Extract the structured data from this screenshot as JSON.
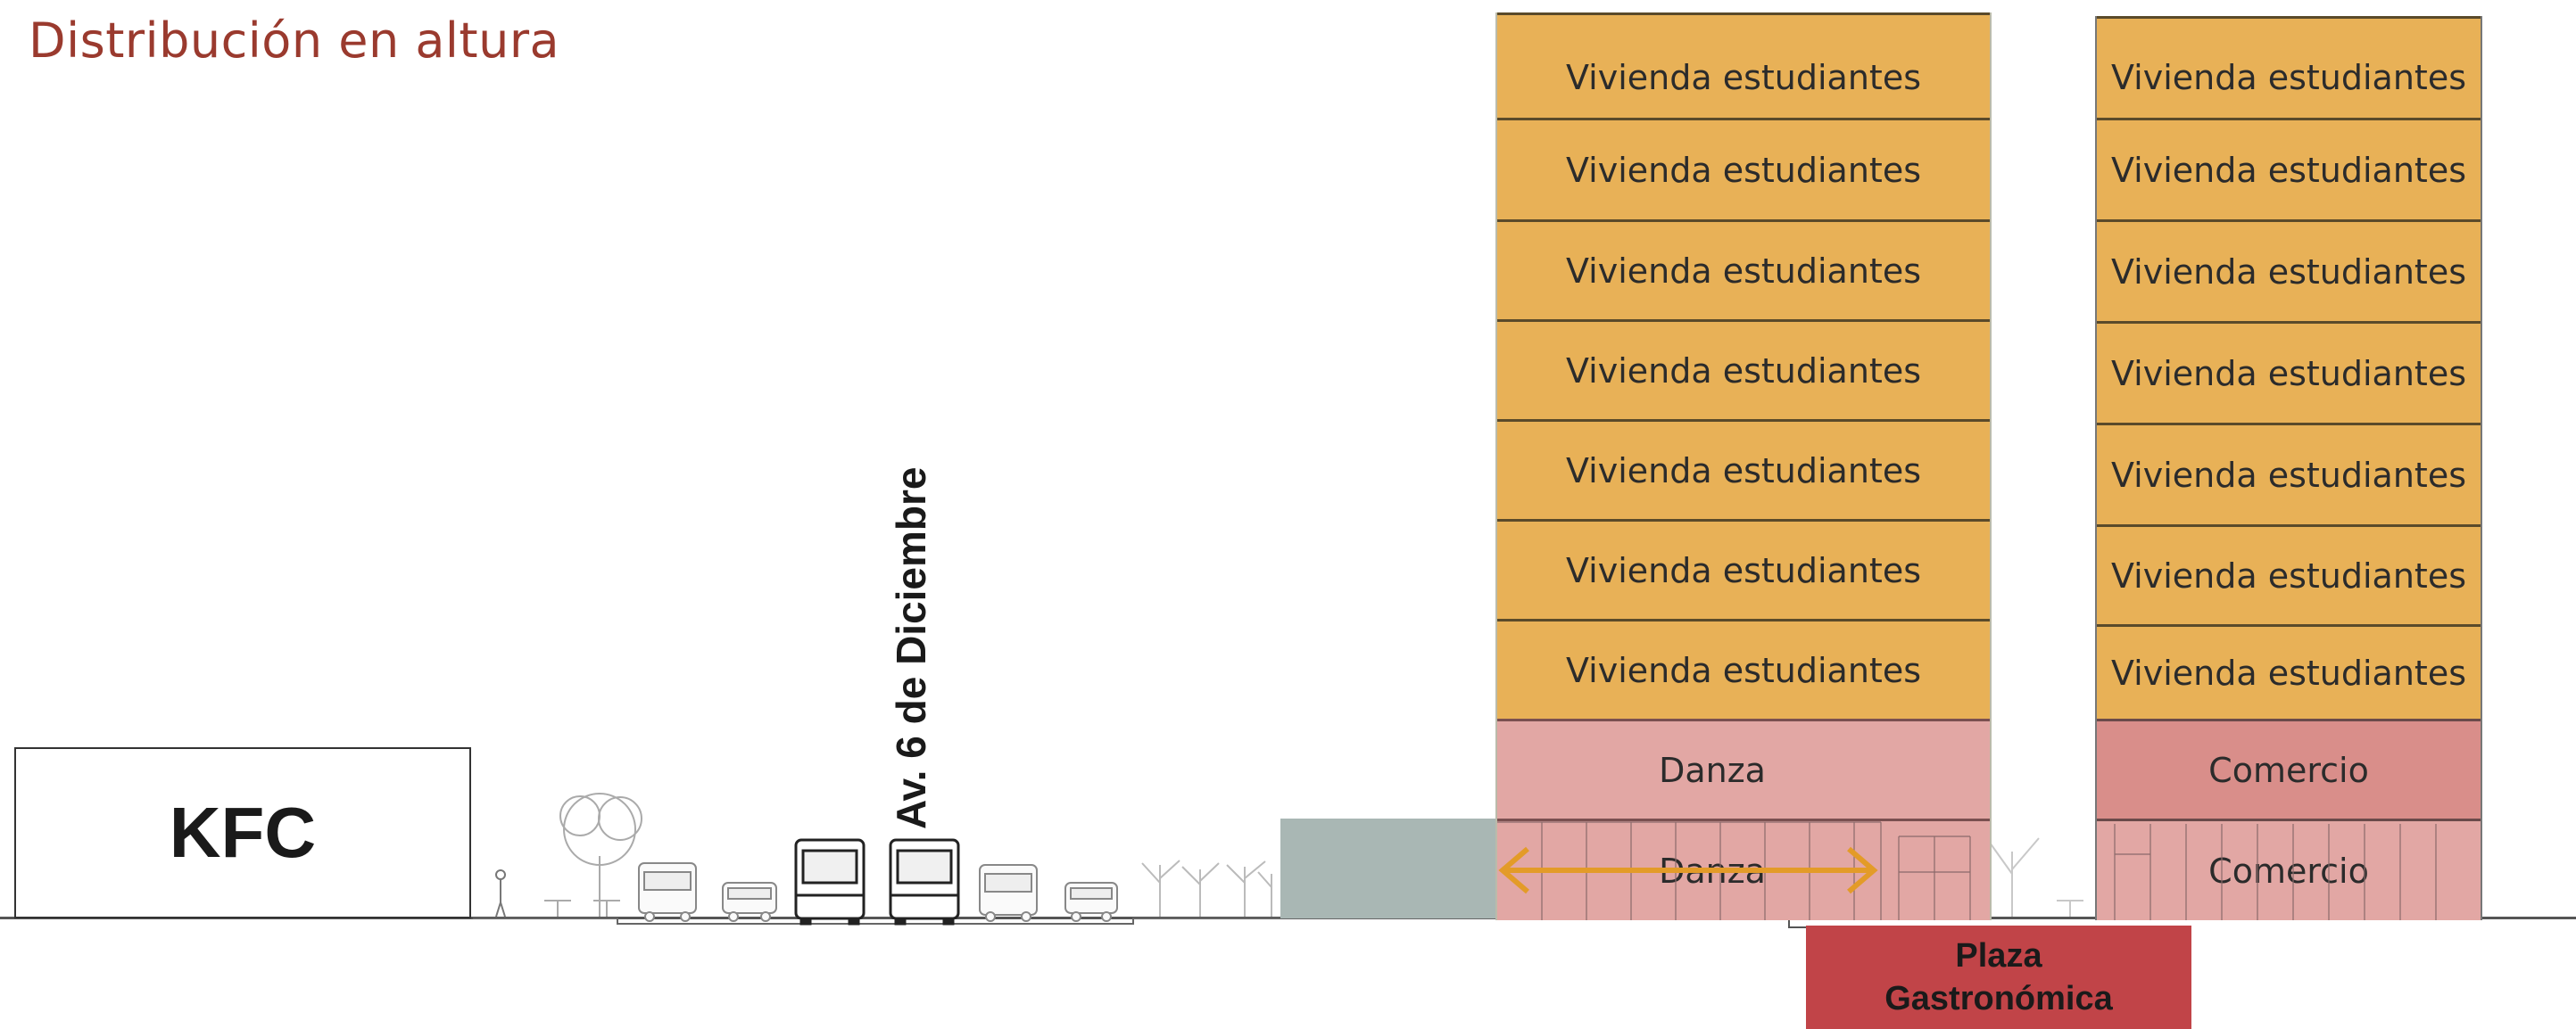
{
  "title": "Distribución en altura",
  "kfc_label": "KFC",
  "avenue_label": "Av. 6 de Diciembre",
  "tower_a": {
    "floors": [
      "Vivienda estudiantes",
      "Vivienda estudiantes",
      "Vivienda estudiantes",
      "Vivienda estudiantes",
      "Vivienda estudiantes",
      "Vivienda estudiantes",
      "Vivienda estudiantes",
      "Danza",
      "Danza"
    ]
  },
  "tower_b": {
    "floors": [
      "Vivienda estudiantes",
      "Vivienda estudiantes",
      "Vivienda estudiantes",
      "Vivienda estudiantes",
      "Vivienda estudiantes",
      "Vivienda estudiantes",
      "Vivienda estudiantes",
      "Comercio",
      "Comercio"
    ]
  },
  "plaza": {
    "line1": "Plaza",
    "line2": "Gastronómica"
  },
  "colors": {
    "title": "#9a3a2e",
    "housing": "#e8b157",
    "dance": "#e2a7a4",
    "commerce": "#d98e8a",
    "plaza": "#c14448",
    "arrow": "#e39b28",
    "plaza_grey": "#a9b7b4"
  },
  "icons": [
    "tree-icon",
    "car-icon",
    "bus-icon",
    "person-icon",
    "double-arrow-icon"
  ]
}
